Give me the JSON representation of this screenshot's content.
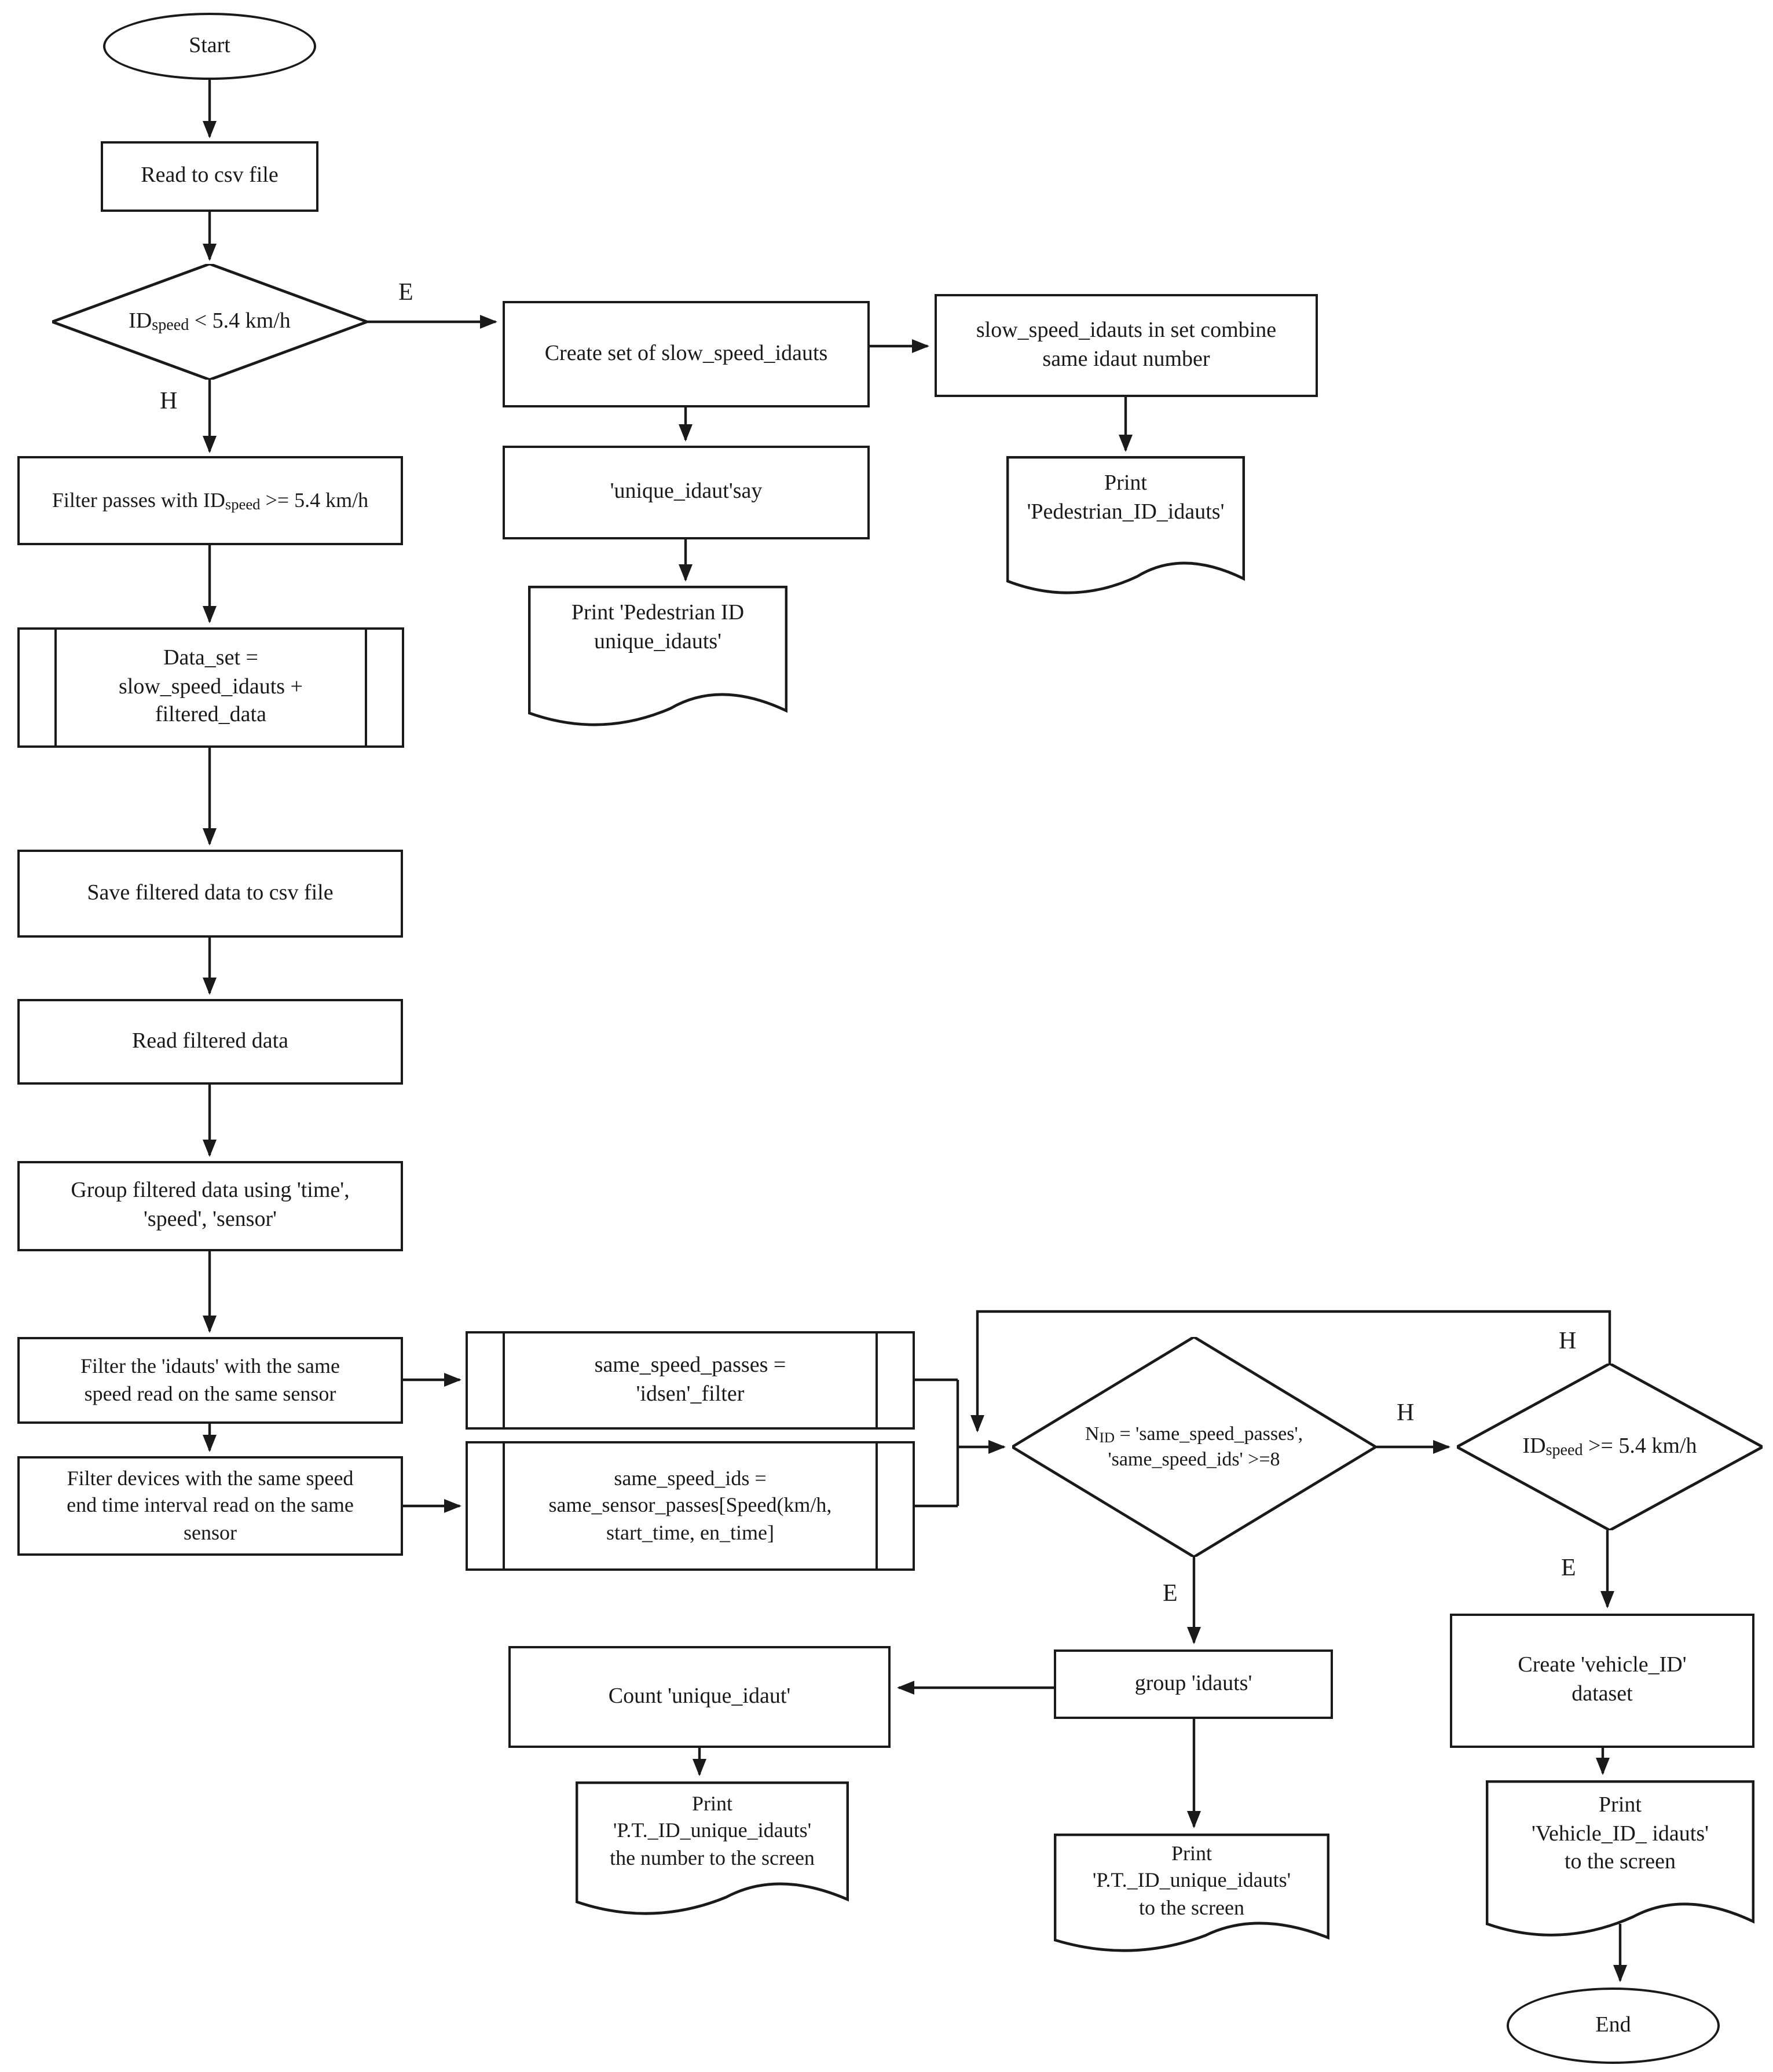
{
  "flowchart": {
    "nodes": {
      "start": {
        "label": "Start"
      },
      "read_csv": {
        "label": "Read to csv file"
      },
      "d1": {
        "pre": "ID",
        "sub": "speed",
        "post": " < 5.4 km/h"
      },
      "create_set": {
        "label": "Create set of slow_speed_idauts"
      },
      "combine": {
        "line1": "slow_speed_idauts in set combine",
        "line2": "same idaut number"
      },
      "unique_say": {
        "label": "'unique_idaut'say"
      },
      "doc_ped_unique": {
        "line1": "Print 'Pedestrian ID",
        "line2": "unique_idauts'"
      },
      "doc_ped_idauts": {
        "line1": "Print",
        "line2": "'Pedestrian_ID_idauts'"
      },
      "filter_passes": {
        "pre": "Filter passes with ID",
        "sub": "speed",
        "post": " >= 5.4 km/h"
      },
      "dataset": {
        "line1": "Data_set =",
        "line2": "slow_speed_idauts +",
        "line3": "filtered_data"
      },
      "save_filtered": {
        "label": "Save filtered data to csv file"
      },
      "read_filtered": {
        "label": "Read filtered data"
      },
      "group_filtered": {
        "line1": "Group filtered data using 'time',",
        "line2": "'speed', 'sensor'"
      },
      "filter_idauts": {
        "line1": "Filter the 'idauts' with the same",
        "line2": "speed read on the same sensor"
      },
      "filter_devices": {
        "line1": "Filter devices with the same speed",
        "line2": "end time interval read on the same",
        "line3": "sensor"
      },
      "same_speed_passes": {
        "line1": "same_speed_passes =",
        "line2": "'idsen'_filter"
      },
      "same_speed_ids": {
        "line1": "same_speed_ids =",
        "line2": "same_sensor_passes[Speed(km/h,",
        "line3": "start_time, en_time]"
      },
      "d2": {
        "pre": "N",
        "sub": "ID",
        "post1": " = 'same_speed_passes',",
        "line2": "'same_speed_ids' >=8"
      },
      "d3": {
        "pre": "ID",
        "sub": "speed",
        "post": " >= 5.4 km/h"
      },
      "count_unique": {
        "label": "Count 'unique_idaut'"
      },
      "group_idauts": {
        "label": "group 'idauts'"
      },
      "create_vehicle": {
        "line1": "Create 'vehicle_ID'",
        "line2": "dataset"
      },
      "doc_pt_number": {
        "line1": "Print",
        "line2": "'P.T._ID_unique_idauts'",
        "line3": "the number to the screen"
      },
      "doc_pt_screen": {
        "line1": "Print",
        "line2": "'P.T._ID_unique_idauts'",
        "line3": "to the screen"
      },
      "doc_vehicle": {
        "line1": "Print",
        "line2": "'Vehicle_ID_ idauts'",
        "line3": "to the screen"
      },
      "end": {
        "label": "End"
      }
    },
    "edge_labels": {
      "d1_e": "E",
      "d1_h": "H",
      "d2_h": "H",
      "d2_e": "E",
      "d3_h": "H",
      "d3_e": "E"
    },
    "colors": {
      "stroke": "#1a1a1a",
      "fill": "#ffffff"
    }
  }
}
